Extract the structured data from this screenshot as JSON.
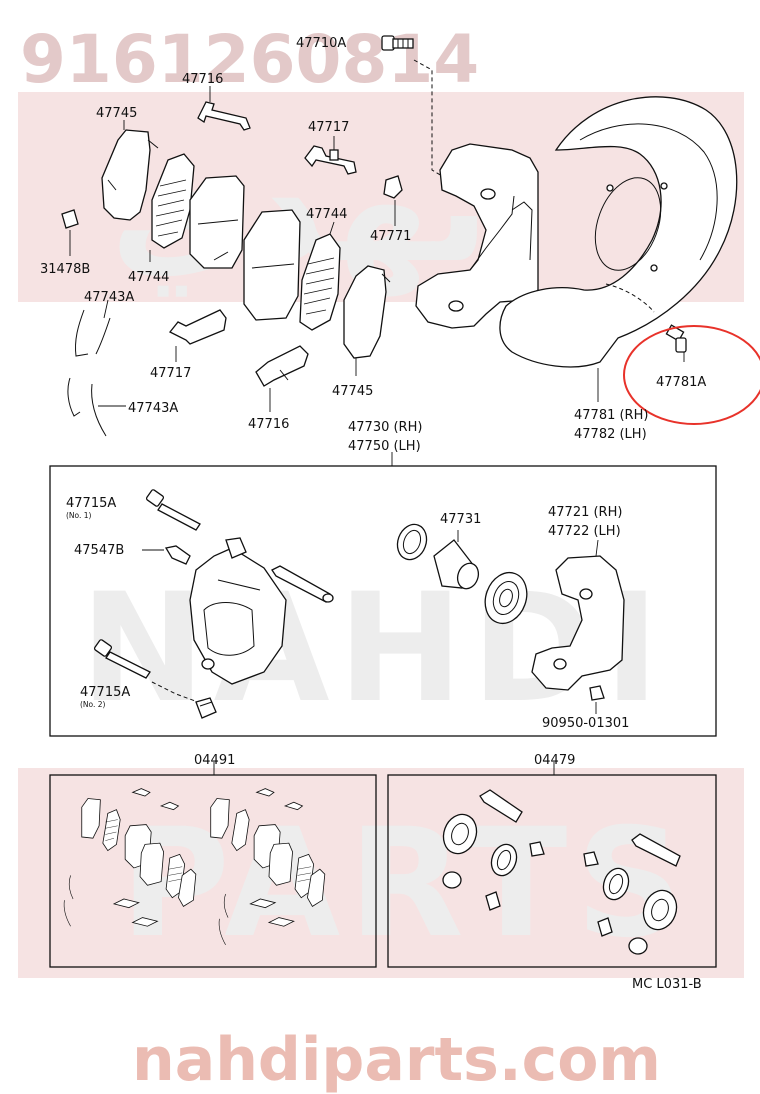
{
  "watermark": {
    "part_number": "9161260814",
    "site": "nahdiparts.com",
    "brand_lines": [
      "نهدي",
      "NAHDI",
      "PARTS"
    ]
  },
  "diagram_code": "MC L031-B",
  "highlighted_part": "47781A",
  "labels": {
    "p47710A": "47710A",
    "p47716_top": "47716",
    "p47745_top": "47745",
    "p47717_top": "47717",
    "p47744_left": "47744",
    "p47744_mid": "47744",
    "p47771": "47771",
    "p31478B": "31478B",
    "p47743A_top": "47743A",
    "p47743A_bot": "47743A",
    "p47717_bot": "47717",
    "p47716_bot": "47716",
    "p47745_bot": "47745",
    "p47781A": "47781A",
    "p47781_rh": "47781 (RH)",
    "p47782_lh": "47782 (LH)",
    "p47730_rh": "47730 (RH)",
    "p47750_lh": "47750 (LH)",
    "p47715A_1": "47715A",
    "p47715A_1_note": "(No. 1)",
    "p47547B": "47547B",
    "p47715A_2": "47715A",
    "p47715A_2_note": "(No. 2)",
    "p47731": "47731",
    "p47721_rh": "47721 (RH)",
    "p47722_lh": "47722 (LH)",
    "p90950": "90950-01301",
    "kit_pad": "04491",
    "kit_seal": "04479"
  },
  "colors": {
    "highlight": "#e8322a",
    "watermark_site": "#ebbcb3",
    "watermark_part": "#e3c9c9",
    "line": "#111111"
  }
}
